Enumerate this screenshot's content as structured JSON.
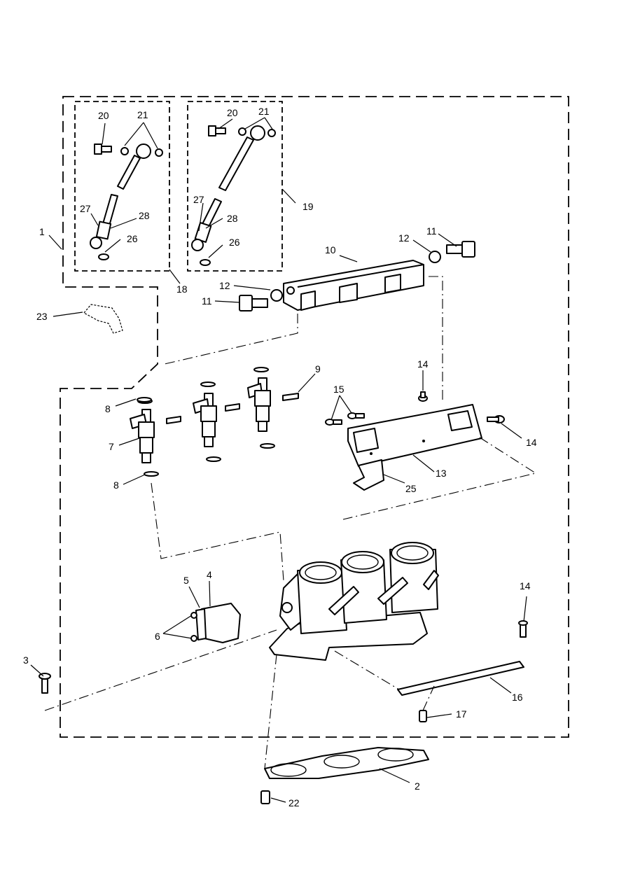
{
  "callouts": {
    "c1": "1",
    "c2": "2",
    "c3": "3",
    "c4": "4",
    "c5": "5",
    "c6": "6",
    "c7": "7",
    "c8a": "8",
    "c8b": "8",
    "c9": "9",
    "c10": "10",
    "c11a": "11",
    "c11b": "11",
    "c12a": "12",
    "c12b": "12",
    "c13": "13",
    "c14a": "14",
    "c14b": "14",
    "c14c": "14",
    "c15": "15",
    "c16": "16",
    "c17": "17",
    "c18": "18",
    "c19": "19",
    "c20a": "20",
    "c20b": "20",
    "c21a": "21",
    "c21b": "21",
    "c22": "22",
    "c23": "23",
    "c25": "25",
    "c26a": "26",
    "c26b": "26",
    "c27a": "27",
    "c27b": "27",
    "c28a": "28",
    "c28b": "28"
  },
  "colors": {
    "line": "#000000",
    "background": "#ffffff"
  }
}
